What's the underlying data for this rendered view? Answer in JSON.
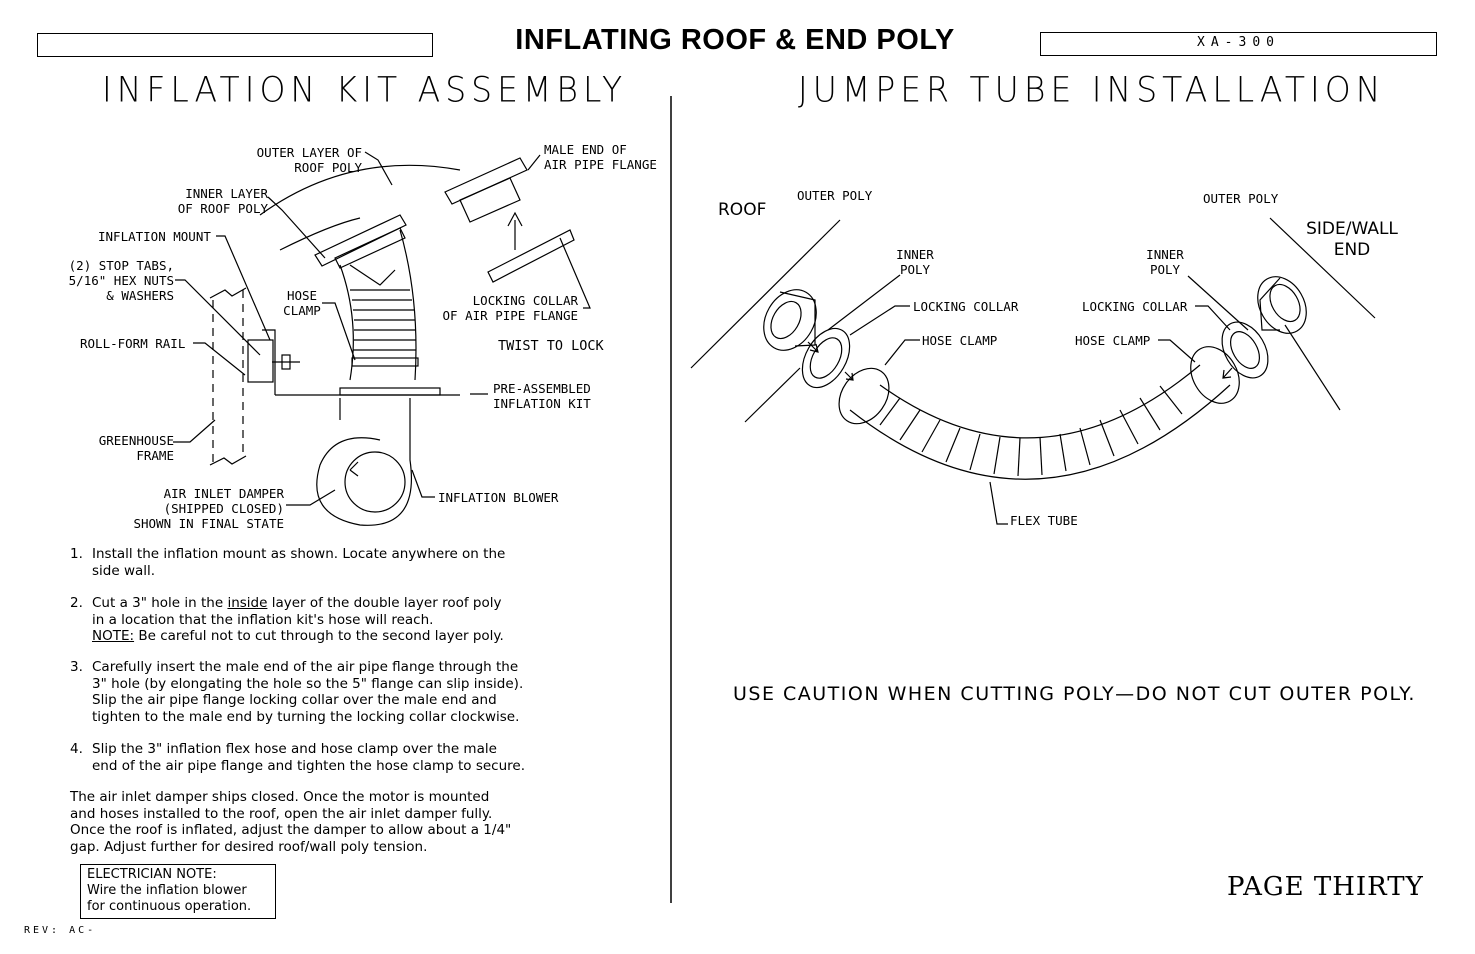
{
  "header": {
    "title": "INFLATING ROOF & END POLY",
    "doc_code": "XA-300"
  },
  "left": {
    "section_title": "INFLATION KIT ASSEMBLY",
    "labels": {
      "outer_layer": "OUTER LAYER OF\nROOF POLY",
      "inner_layer": "INNER LAYER\nOF ROOF POLY",
      "inflation_mount": "INFLATION MOUNT",
      "stop_tabs": "(2) STOP TABS,\n5/16\" HEX NUTS\n& WASHERS",
      "roll_form_rail": "ROLL-FORM RAIL",
      "greenhouse_frame": "GREENHOUSE\nFRAME",
      "hose_clamp": "HOSE\nCLAMP",
      "male_end": "MALE END OF\nAIR PIPE FLANGE",
      "locking_collar": "LOCKING COLLAR\nOF AIR PIPE FLANGE",
      "twist_to_lock": "TWIST TO LOCK",
      "pre_assembled": "PRE-ASSEMBLED\nINFLATION KIT",
      "air_inlet_damper": "AIR INLET DAMPER\n(SHIPPED CLOSED)\nSHOWN IN FINAL STATE",
      "inflation_blower": "INFLATION BLOWER"
    },
    "steps": [
      {
        "num": "1.",
        "line1": "Install the inflation mount as shown.  Locate anywhere on the",
        "rest": [
          "side wall."
        ]
      },
      {
        "num": "2.",
        "line1_a": "Cut a 3\" hole in the ",
        "line1_u": "inside",
        "line1_b": " layer of the double layer roof poly",
        "line2": "in a location that the inflation kit's hose will reach.",
        "note_label": "NOTE:",
        "note_text": " Be careful not to cut through to the second layer poly."
      },
      {
        "num": "3.",
        "line1": "Carefully insert the male end of the air pipe flange through the",
        "rest": [
          "3\" hole (by elongating the hole so the 5\" flange can slip inside).",
          "Slip the air pipe flange locking collar over the male end and",
          "tighten to the male end by turning the locking collar clockwise."
        ]
      },
      {
        "num": "4.",
        "line1": "Slip the 3\" inflation flex hose and hose clamp over the male",
        "rest": [
          "end of the air pipe flange and tighten the hose clamp to secure."
        ]
      }
    ],
    "paragraph": [
      "The air inlet damper ships closed.  Once the motor is mounted",
      "and hoses installed to the roof, open the air inlet damper fully.",
      "Once the roof is inflated, adjust the damper to allow about a 1/4\"",
      "gap.  Adjust further for desired roof/wall poly tension."
    ],
    "electrician_note": [
      "ELECTRICIAN NOTE:",
      "Wire the inflation blower",
      "for continuous operation."
    ]
  },
  "right": {
    "section_title": "JUMPER TUBE INSTALLATION",
    "labels": {
      "roof": "ROOF",
      "outer_poly_left": "OUTER POLY",
      "inner_poly_left": "INNER\nPOLY",
      "locking_collar_left": "LOCKING COLLAR",
      "hose_clamp_left": "HOSE CLAMP",
      "outer_poly_right": "OUTER POLY",
      "side_wall_end": "SIDE/WALL\nEND",
      "inner_poly_right": "INNER\nPOLY",
      "locking_collar_right": "LOCKING COLLAR",
      "hose_clamp_right": "HOSE CLAMP",
      "flex_tube": "FLEX TUBE"
    },
    "caution": "USE CAUTION WHEN CUTTING POLY—DO NOT CUT OUTER POLY.",
    "page": "PAGE THIRTY"
  },
  "footer": {
    "rev": "REV: AC-"
  }
}
